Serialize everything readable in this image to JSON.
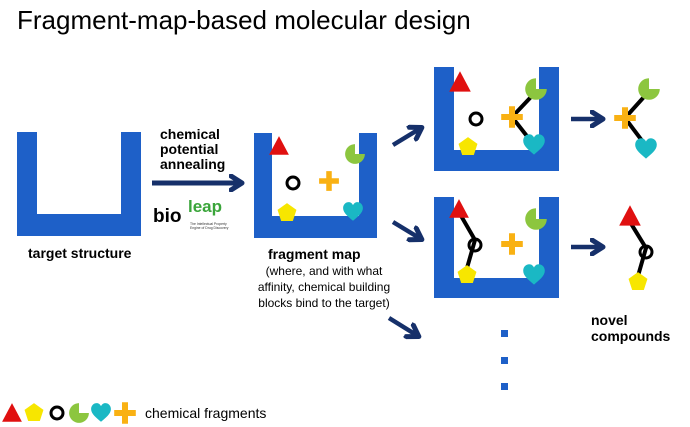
{
  "title": "Fragment-map-based molecular design",
  "labels": {
    "target_structure": "target structure",
    "process": [
      "chemical",
      "potential",
      "annealing"
    ],
    "fragment_map": "fragment map",
    "fragment_map_note": [
      "(where, and with what",
      "affinity, chemical building",
      "blocks bind to the target)"
    ],
    "novel_compounds": [
      "novel",
      "compounds"
    ],
    "legend": "chemical fragments"
  },
  "logo": {
    "bio": "bio",
    "leap": "leap",
    "tagline": [
      "The Intellectual Property",
      "Engine of Drug Discovery"
    ]
  },
  "colors": {
    "pocket": "#1e60c8",
    "arrow": "#16306a",
    "triangle": "#e01010",
    "pentagon": "#f7e600",
    "ring": "#000000",
    "moon": "#8cc63f",
    "heart": "#1ab8c4",
    "cross": "#f9b113",
    "logo_green": "#3aa53a"
  },
  "fragments": [
    "triangle",
    "pentagon",
    "ring",
    "crescent",
    "heart",
    "cross"
  ]
}
